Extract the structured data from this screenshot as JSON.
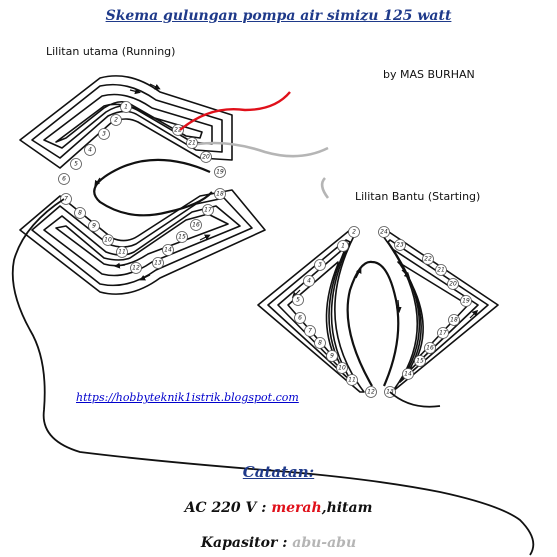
{
  "title": "Skema gulungan pompa air simizu 125 watt",
  "author": "by MAS BURHAN",
  "running_label": "Lilitan utama (Running)",
  "starting_label": "Lilitan Bantu (Starting)",
  "website": "https://hobbyteknik1istrik.blogspot.com",
  "notes": {
    "heading": "Catatan:",
    "ac_label": "AC 220 V :",
    "ac_red": "merah",
    "ac_sep": ",",
    "ac_black": "hitam",
    "cap_label": "Kapasitor :",
    "cap_value": "abu-abu"
  },
  "wire_colors": {
    "red": "#e0101a",
    "grey": "#b5b5b5",
    "black": "#111111"
  },
  "slots": {
    "running": [
      "1",
      "2",
      "3",
      "4",
      "5",
      "6",
      "7",
      "8",
      "9",
      "10",
      "11",
      "12",
      "13",
      "14",
      "15",
      "16",
      "17",
      "18",
      "19",
      "20",
      "21",
      "22"
    ],
    "starting": [
      "1",
      "2",
      "3",
      "4",
      "5",
      "6",
      "7",
      "8",
      "9",
      "10",
      "11",
      "12",
      "13",
      "14",
      "15",
      "16",
      "17",
      "18",
      "19",
      "20",
      "21",
      "22",
      "23",
      "24"
    ]
  }
}
